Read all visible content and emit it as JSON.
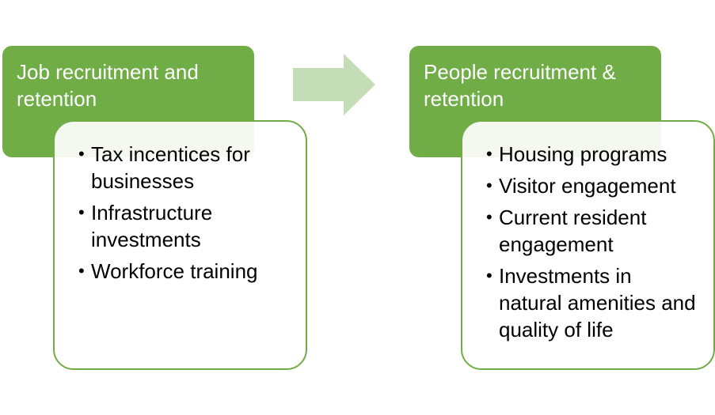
{
  "colors": {
    "header_fill": "#70AD47",
    "box_border": "#70AD47",
    "arrow_fill": "#C5DDB6",
    "text_on_header": "#FFFFFF",
    "text": "#000000"
  },
  "left": {
    "header": "Job recruitment and retention",
    "items": [
      "Tax incentices for businesses",
      "Infrastructure investments",
      "Workforce training"
    ]
  },
  "arrow": {
    "icon": "right-arrow-icon"
  },
  "right": {
    "header": "People recruitment & retention",
    "items": [
      "Housing programs",
      "Visitor engagement",
      "Current resident engagement",
      "Investments in natural amenities and quality of life"
    ]
  }
}
